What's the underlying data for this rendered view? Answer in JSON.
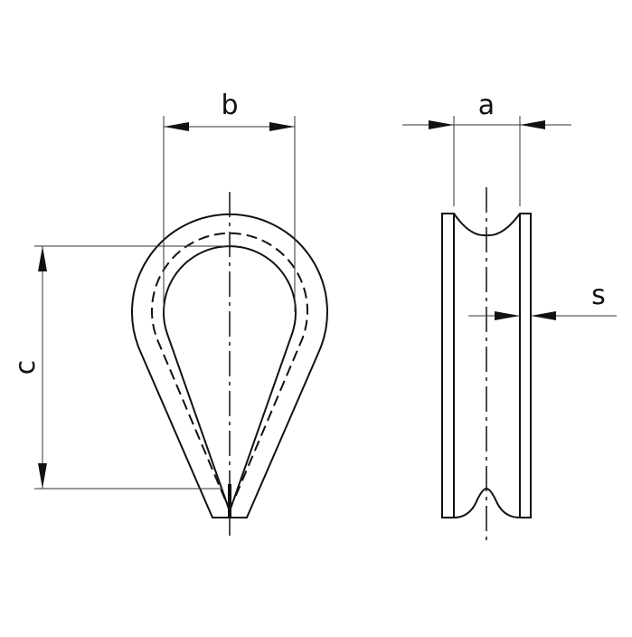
{
  "drawing": {
    "labels": {
      "b": "b",
      "a": "a",
      "c": "c",
      "s": "s"
    },
    "line_color": "#111111",
    "thin_color": "#333333"
  }
}
